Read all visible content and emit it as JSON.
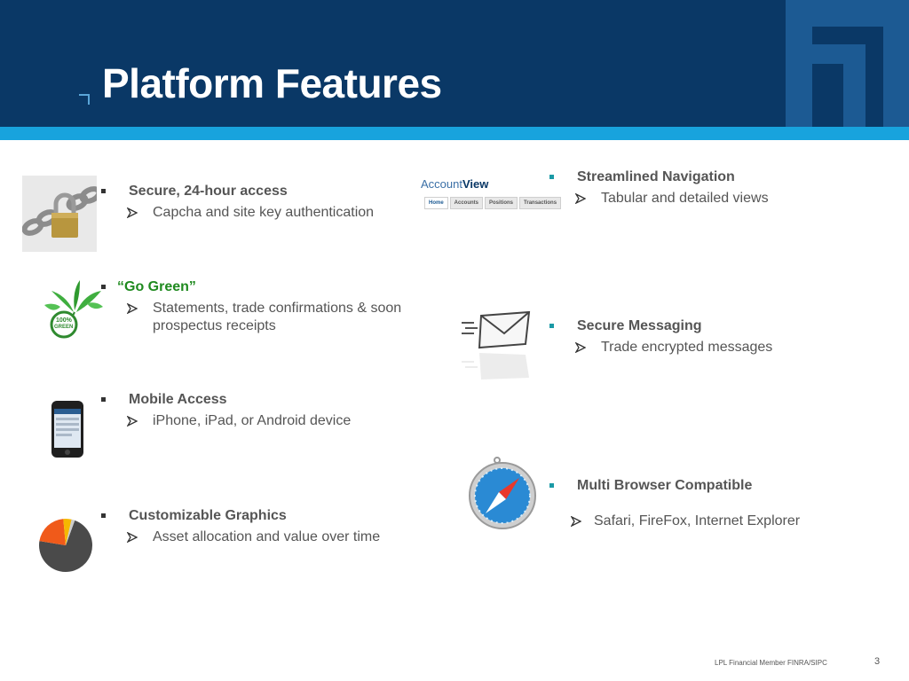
{
  "title": "Platform Features",
  "features": [
    {
      "heading": "Secure, 24-hour access",
      "detail": "Capcha and site key authentication"
    },
    {
      "heading": "“Go Green”",
      "detail_line1": "Statements, trade confirmations & soon",
      "detail_line2": "prospectus receipts"
    },
    {
      "heading": "Mobile Access",
      "detail": "iPhone, iPad, or Android device"
    },
    {
      "heading": "Customizable Graphics",
      "detail": "Asset allocation and value over time"
    },
    {
      "heading": "Streamlined Navigation",
      "detail": "Tabular and detailed views"
    },
    {
      "heading": "Secure Messaging",
      "detail": "Trade encrypted messages"
    },
    {
      "heading": "Multi Browser Compatible",
      "detail": "Safari, FireFox, Internet Explorer"
    }
  ],
  "account_view": {
    "logo_account": "Account",
    "logo_view": "View",
    "tabs": [
      "Home",
      "Accounts",
      "Positions",
      "Transactions"
    ]
  },
  "green_badge": {
    "line1": "100%",
    "line2": "GREEN"
  },
  "footer": {
    "text": "LPL Financial   Member FINRA/SIPC",
    "page": "3"
  },
  "colors": {
    "header": "#0a3866",
    "stripe": "#18a3dd",
    "green": "#1f8a1f",
    "teal_bullet": "#1b9aa6"
  },
  "pie": {
    "slices": [
      72,
      21,
      5,
      2
    ],
    "colors": [
      "#4a4a4a",
      "#f05a1a",
      "#f5b800",
      "#cccccc"
    ]
  }
}
